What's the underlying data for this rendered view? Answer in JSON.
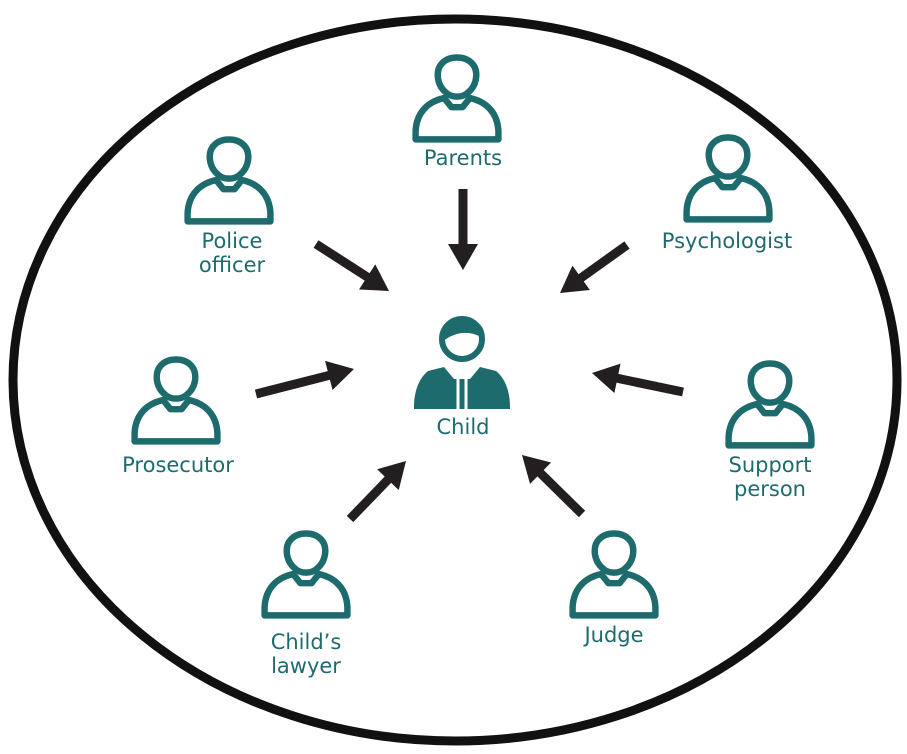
{
  "colors": {
    "teal": "#1e6b6e",
    "arrow": "#231f20",
    "ellipse": "#111111",
    "background": "#ffffff"
  },
  "center": {
    "label": "Child",
    "icon": "child-icon"
  },
  "people": [
    {
      "id": "parents",
      "label_lines": [
        "Parents"
      ],
      "icon": "person-outline-icon"
    },
    {
      "id": "psychologist",
      "label_lines": [
        "Psychologist"
      ],
      "icon": "person-outline-icon"
    },
    {
      "id": "support-person",
      "label_lines": [
        "Support",
        "person"
      ],
      "icon": "person-outline-icon"
    },
    {
      "id": "judge",
      "label_lines": [
        "Judge"
      ],
      "icon": "person-outline-icon"
    },
    {
      "id": "childs-lawyer",
      "label_lines": [
        "Child’s",
        "lawyer"
      ],
      "icon": "person-outline-icon"
    },
    {
      "id": "prosecutor",
      "label_lines": [
        "Prosecutor"
      ],
      "icon": "person-outline-icon"
    },
    {
      "id": "police-officer",
      "label_lines": [
        "Police",
        "officer"
      ],
      "icon": "person-outline-icon"
    }
  ],
  "arrows": [
    {
      "from": "parents",
      "to": "child"
    },
    {
      "from": "psychologist",
      "to": "child"
    },
    {
      "from": "support-person",
      "to": "child"
    },
    {
      "from": "judge",
      "to": "child"
    },
    {
      "from": "childs-lawyer",
      "to": "child"
    },
    {
      "from": "prosecutor",
      "to": "child"
    },
    {
      "from": "police-officer",
      "to": "child"
    }
  ]
}
